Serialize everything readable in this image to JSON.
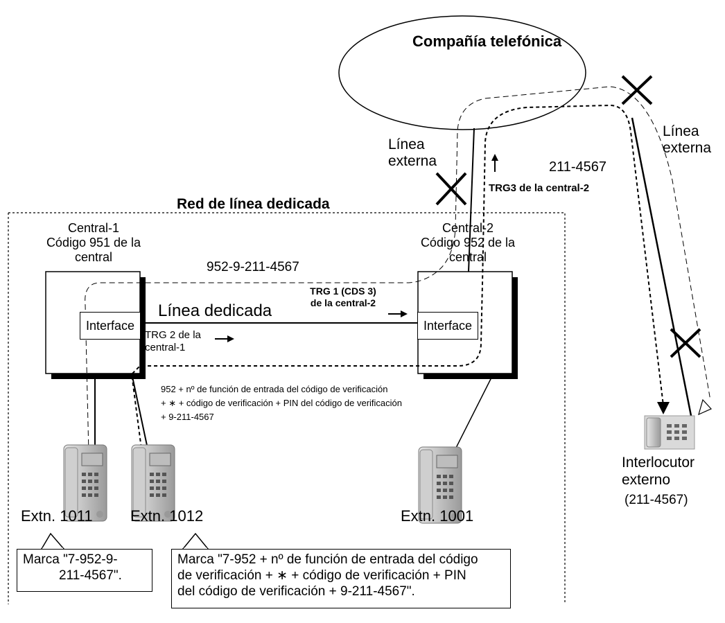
{
  "telephone_company": "Compañía telefónica",
  "external_line_left": "Línea externa",
  "external_line_right": "Línea externa",
  "number_211": "211-4567",
  "trg3_label": "TRG3 de la central-2",
  "dedicated_network": "Red de línea dedicada",
  "central1": {
    "name": "Central-1",
    "code_line1": "Código 951 de la",
    "code_line2": "central"
  },
  "central2": {
    "name": "Central-2",
    "code_line1": "Código 952 de la",
    "code_line2": "central"
  },
  "dial_952": "952-9-211-4567",
  "trg1_line1": "TRG 1 (CDS 3)",
  "trg1_line2": "de la central-2",
  "dedicated_line": "Línea dedicada",
  "interface_label": "Interface",
  "trg2_line1": "TRG 2 de la",
  "trg2_line2": "central-1",
  "sequence_line1": "952 + nº de función de entrada del código de verificación",
  "sequence_line2": "+ ∗ + código de verificación + PIN del código de verificación",
  "sequence_line3": "+ 9-211-4567",
  "ext_1011": "Extn. 1011",
  "ext_1012": "Extn. 1012",
  "ext_1001": "Extn. 1001",
  "external_party_line1": "Interlocutor",
  "external_party_line2": "externo",
  "external_party_number": "(211-4567)",
  "bubble1_line1": "Marca \"7-952-9-",
  "bubble1_line2": "211-4567\".",
  "bubble2_line1": "Marca \"7-952 + nº de función de entrada del código",
  "bubble2_line2": "de verificación + ∗ + código de verificación + PIN",
  "bubble2_line3": "del código de verificación + 9-211-4567\"."
}
